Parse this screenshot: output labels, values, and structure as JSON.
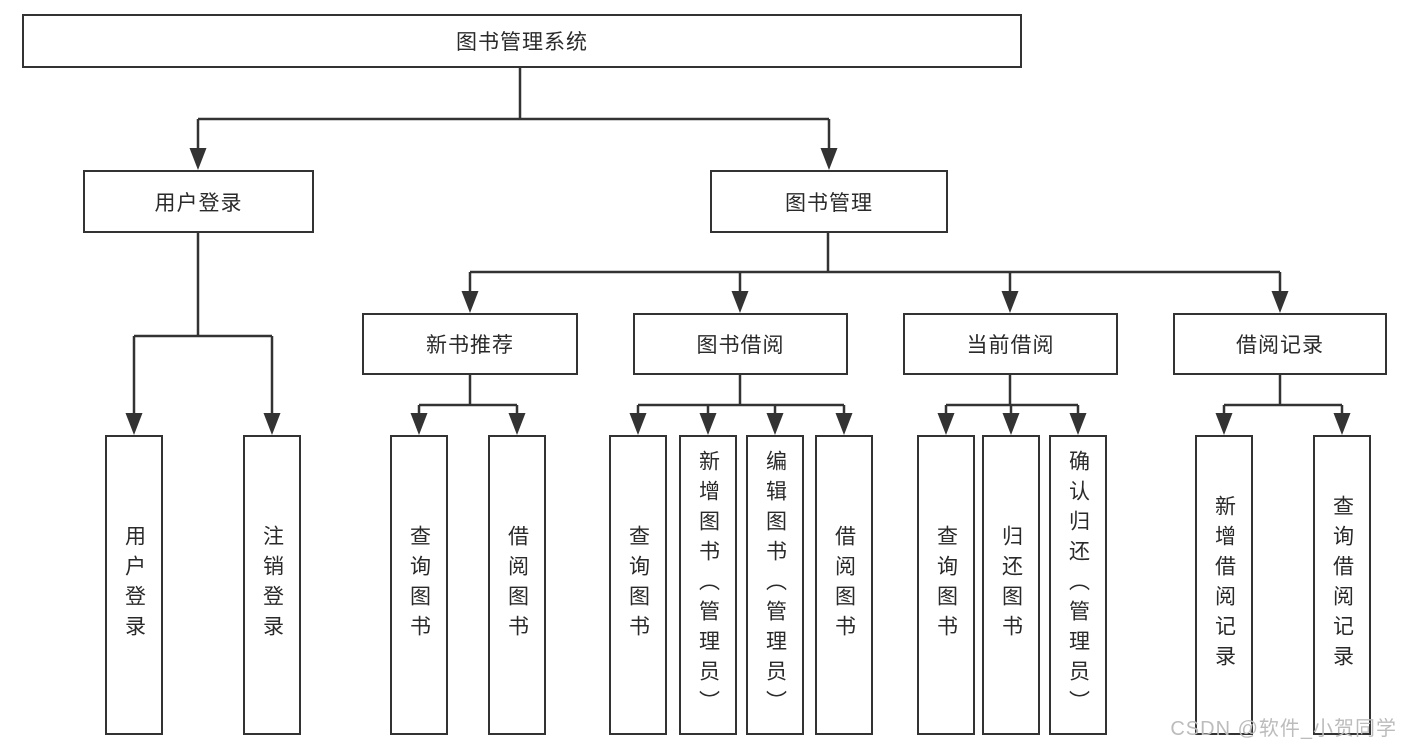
{
  "diagram": {
    "root": {
      "label": "图书管理系统"
    },
    "branches": [
      {
        "label": "用户登录",
        "children": [
          {
            "label": "用户登录"
          },
          {
            "label": "注销登录"
          }
        ]
      },
      {
        "label": "图书管理",
        "children": [
          {
            "label": "新书推荐",
            "children": [
              {
                "label": "查询图书"
              },
              {
                "label": "借阅图书"
              }
            ]
          },
          {
            "label": "图书借阅",
            "children": [
              {
                "label": "查询图书"
              },
              {
                "label": "新增图书（管理员）"
              },
              {
                "label": "编辑图书（管理员）"
              },
              {
                "label": "借阅图书"
              }
            ]
          },
          {
            "label": "当前借阅",
            "children": [
              {
                "label": "查询图书"
              },
              {
                "label": "归还图书"
              },
              {
                "label": "确认归还（管理员）"
              }
            ]
          },
          {
            "label": "借阅记录",
            "children": [
              {
                "label": "新增借阅记录"
              },
              {
                "label": "查询借阅记录"
              }
            ]
          }
        ]
      }
    ]
  },
  "watermark": {
    "text": "CSDN @软件_小贺同学"
  },
  "colors": {
    "line": "#333333",
    "text": "#2a2a2a",
    "background": "#ffffff",
    "watermark": "#bcbcbc"
  }
}
